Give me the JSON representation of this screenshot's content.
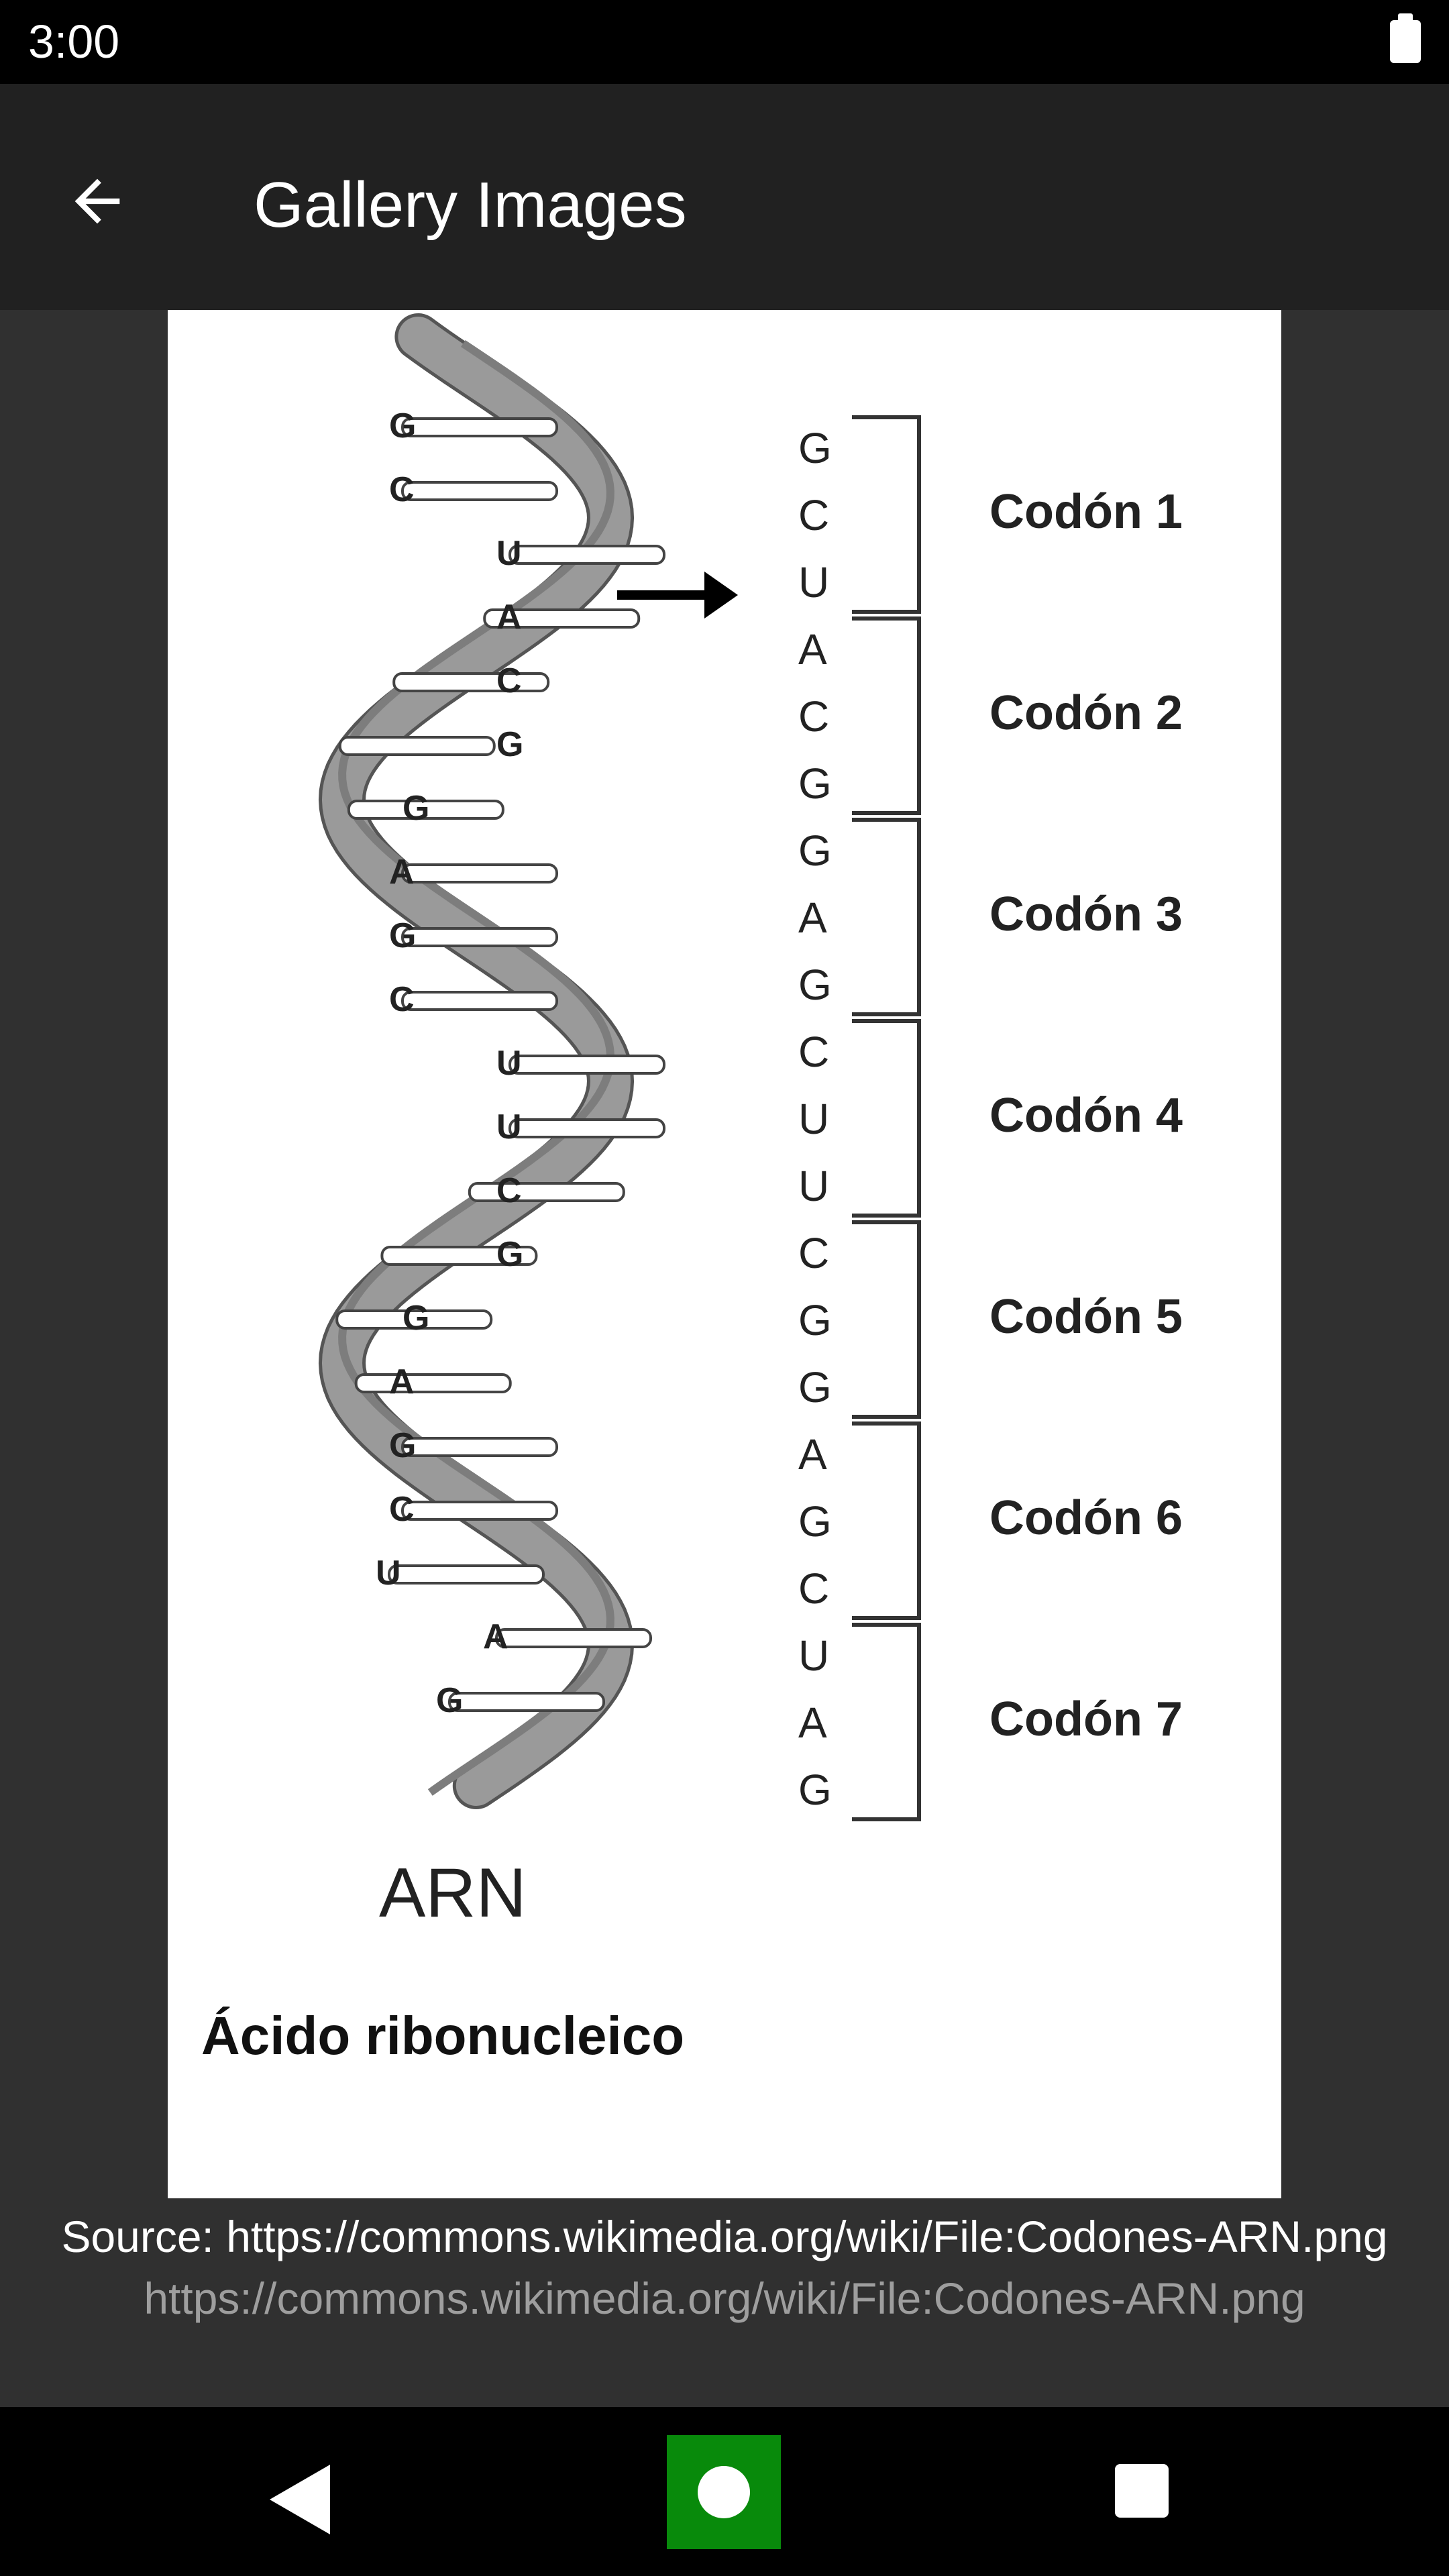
{
  "status_bar": {
    "time": "3:00",
    "battery_icon": "battery-full-icon"
  },
  "app_bar": {
    "title": "Gallery Images",
    "back_icon": "arrow-back-icon"
  },
  "image": {
    "strand_left_bases": [
      "G",
      "C",
      "U",
      "A",
      "C",
      "G",
      "G",
      "A",
      "G",
      "C",
      "U",
      "U",
      "C",
      "G",
      "G",
      "A",
      "G",
      "C",
      "U",
      "A",
      "G"
    ],
    "sequence": [
      "G",
      "C",
      "U",
      "A",
      "C",
      "G",
      "G",
      "A",
      "G",
      "C",
      "U",
      "U",
      "C",
      "G",
      "G",
      "A",
      "G",
      "C",
      "U",
      "A",
      "G"
    ],
    "codons": [
      "Codón 1",
      "Codón 2",
      "Codón 3",
      "Codón 4",
      "Codón 5",
      "Codón 6",
      "Codón 7"
    ],
    "strand_label": "ARN",
    "footer_label": "Ácido ribonucleico"
  },
  "caption": {
    "source": "Source: https://commons.wikimedia.org/wiki/File:Codones-ARN.png",
    "url": "https://commons.wikimedia.org/wiki/File:Codones-ARN.png"
  },
  "nav_bar": {
    "back_icon": "nav-back-icon",
    "home_icon": "nav-home-icon",
    "recents_icon": "nav-recents-icon"
  }
}
